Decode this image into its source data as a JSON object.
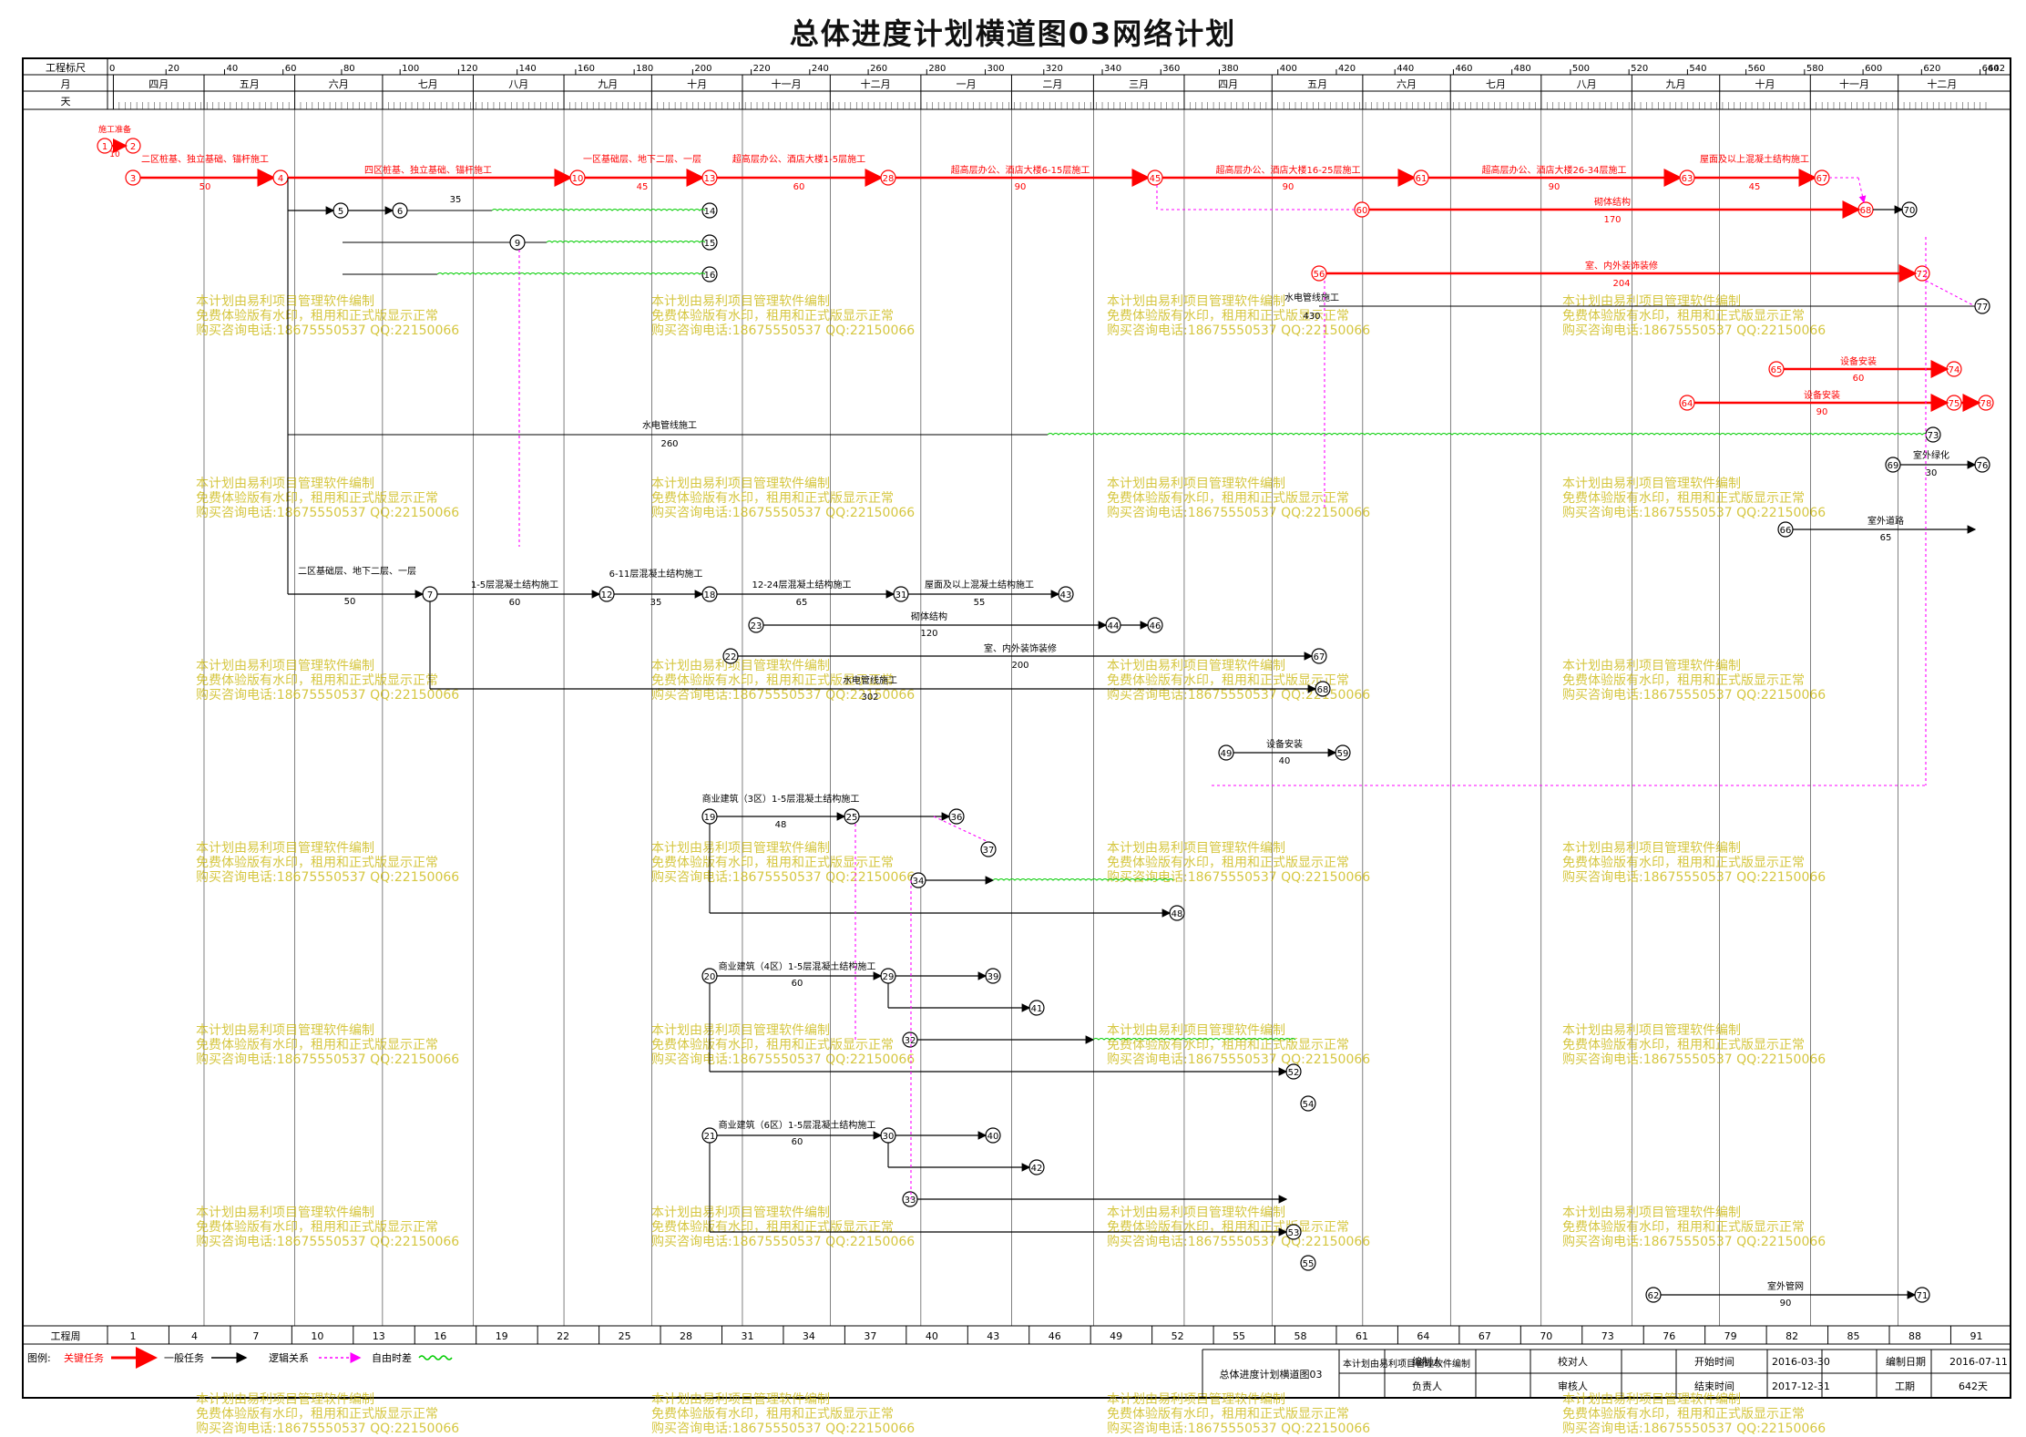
{
  "title": "总体进度计划横道图03网络计划",
  "colors": {
    "critical": "#ff0000",
    "normal": "#000000",
    "free_float": "#ff00ff",
    "wavy": "#00cc00",
    "grid": "#000000",
    "watermark": "#c8b400"
  },
  "header": {
    "scale_label": "工程标尺",
    "month_label": "月",
    "day_label": "天",
    "scale_ticks": [
      "0",
      "20",
      "40",
      "60",
      "80",
      "100",
      "120",
      "140",
      "160",
      "180",
      "200",
      "220",
      "240",
      "260",
      "280",
      "300",
      "320",
      "340",
      "360",
      "380",
      "400",
      "420",
      "440",
      "460",
      "480",
      "500",
      "520",
      "540",
      "560",
      "580",
      "600",
      "620",
      "640",
      "642"
    ],
    "months": [
      "四月",
      "五月",
      "六月",
      "七月",
      "八月",
      "九月",
      "十月",
      "十一月",
      "十二月",
      "一月",
      "二月",
      "三月",
      "四月",
      "五月",
      "六月",
      "七月",
      "八月",
      "九月",
      "十月",
      "十一月",
      "十二月"
    ]
  },
  "footer": {
    "week_label": "工程周",
    "weeks": [
      "1",
      "4",
      "7",
      "10",
      "13",
      "16",
      "19",
      "22",
      "25",
      "28",
      "31",
      "34",
      "37",
      "40",
      "43",
      "46",
      "49",
      "52",
      "55",
      "58",
      "61",
      "64",
      "67",
      "70",
      "73",
      "76",
      "79",
      "82",
      "85",
      "88",
      "91"
    ]
  },
  "legend": {
    "label": "图例:",
    "items": [
      {
        "label": "关键任务",
        "kind": "critical"
      },
      {
        "label": "一般任务",
        "kind": "normal"
      },
      {
        "label": "逻辑关系",
        "kind": "logic"
      },
      {
        "label": "自由时差",
        "kind": "float"
      }
    ]
  },
  "info": {
    "doc_title": "总体进度计划横道图03",
    "software": "本计划由易利项目管理软件编制",
    "compiler_label": "编制人",
    "checker_label": "校对人",
    "start_label": "开始时间",
    "start_value": "2016-03-30",
    "date_label": "编制日期",
    "date_value": "2016-07-11",
    "owner_label": "负责人",
    "reviewer_label": "审核人",
    "end_label": "结束时间",
    "end_value": "2017-12-31",
    "duration_label": "工期",
    "duration_value": "642天"
  },
  "watermark": {
    "line1": "本计划由易利项目管理软件编制",
    "line2": "免费体验版有水印，租用和正式版显示正常",
    "line3": "购买咨询电话:18675550537 QQ:22150066"
  },
  "critical_tasks": [
    {
      "from": "1",
      "to": "2",
      "label": "施工准备",
      "dur": "10"
    },
    {
      "from": "3",
      "to": "4",
      "label": "二区桩基、独立基础、锚杆施工",
      "dur": "50"
    },
    {
      "from": "4",
      "to": "10",
      "label": "四区桩基、独立基础、锚杆施工",
      "dur": ""
    },
    {
      "from": "10",
      "to": "13",
      "label": "一区基础层、地下二层、一层",
      "dur": "45"
    },
    {
      "from": "13",
      "to": "28",
      "label": "超高层办公、酒店大楼1-5层施工",
      "dur": "60"
    },
    {
      "from": "28",
      "to": "45",
      "label": "超高层办公、酒店大楼6-15层施工",
      "dur": "90"
    },
    {
      "from": "45",
      "to": "61",
      "label": "超高层办公、酒店大楼16-25层施工",
      "dur": "90"
    },
    {
      "from": "61",
      "to": "63",
      "label": "超高层办公、酒店大楼26-34层施工",
      "dur": "90"
    },
    {
      "from": "63",
      "to": "67",
      "label": "屋面及以上混凝土结构施工",
      "dur": "45"
    },
    {
      "from": "60",
      "to": "68",
      "label": "砌体结构",
      "dur": "170"
    },
    {
      "from": "56",
      "to": "72",
      "label": "室、内外装饰装修",
      "dur": "204"
    },
    {
      "from": "65",
      "to": "74",
      "label": "设备安装",
      "dur": "60"
    },
    {
      "from": "64",
      "to": "75",
      "label": "设备安装",
      "dur": "90"
    }
  ],
  "normal_tasks": [
    {
      "label": "水电管线施工",
      "dur": "260"
    },
    {
      "label": "水电管线施工",
      "dur": "430"
    },
    {
      "label": "二区基础层、地下二层、一层",
      "dur": "50"
    },
    {
      "label": "1-5层混凝土结构施工",
      "dur": "60"
    },
    {
      "label": "6-11层混凝土结构施工",
      "dur": "35"
    },
    {
      "label": "12-24层混凝土结构施工",
      "dur": "65"
    },
    {
      "label": "屋面及以上混凝土结构施工",
      "dur": "55"
    },
    {
      "label": "砌体结构",
      "dur": "120"
    },
    {
      "label": "室、内外装饰装修",
      "dur": "200"
    },
    {
      "label": "水电管线施工",
      "dur": "302"
    },
    {
      "label": "设备安装",
      "dur": "40"
    },
    {
      "label": "商业建筑（3区）1-5层混凝土结构施工",
      "dur": "48"
    },
    {
      "label": "商业建筑（4区）1-5层混凝土结构施工",
      "dur": "60"
    },
    {
      "label": "商业建筑（6区）1-5层混凝土结构施工",
      "dur": "60"
    },
    {
      "label": "室外道路",
      "dur": "65"
    },
    {
      "label": "室外绿化",
      "dur": "30"
    },
    {
      "label": "室外管网",
      "dur": "90"
    }
  ]
}
